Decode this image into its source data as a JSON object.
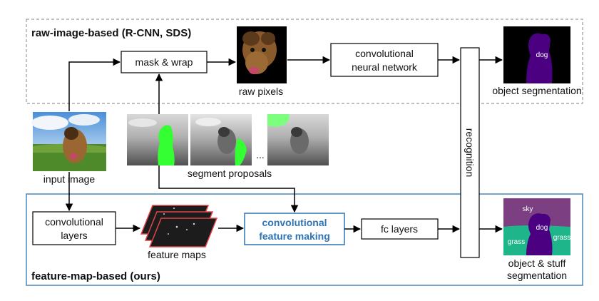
{
  "top_panel": {
    "title": "raw-image-based (R-CNN, SDS)"
  },
  "bottom_panel": {
    "title": "feature-map-based (ours)"
  },
  "boxes": {
    "mask_wrap": "mask & wrap",
    "cnn_line1": "convolutional",
    "cnn_line2": "neural network",
    "conv_layers_line1": "convolutional",
    "conv_layers_line2": "layers",
    "cfm_line1": "convolutional",
    "cfm_line2": "feature making",
    "fc_layers": "fc layers",
    "recognition": "recognition"
  },
  "labels": {
    "raw_pixels": "raw pixels",
    "input_image": "input image",
    "segment_proposals": "segment proposals",
    "ellipsis": "...",
    "feature_maps": "feature maps",
    "object_segmentation": "object segmentation",
    "object_stuff_line1": "object & stuff",
    "object_stuff_line2": "segmentation"
  },
  "segmentation_labels": {
    "dog": "dog",
    "sky": "sky",
    "grass_left": "grass",
    "grass_right": "grass",
    "dog_bottom": "dog"
  },
  "colors": {
    "top_border": "#999999",
    "bottom_border": "#4a86b8",
    "cfm_text": "#2e74b5",
    "cfm_border": "#2e74b5",
    "seg_purple": "#4b0082",
    "sky_purple": "#7b3f82",
    "grass_teal": "#1fb58a",
    "proposal_green": "#33ff33",
    "feature_map_red": "#e0454a"
  }
}
